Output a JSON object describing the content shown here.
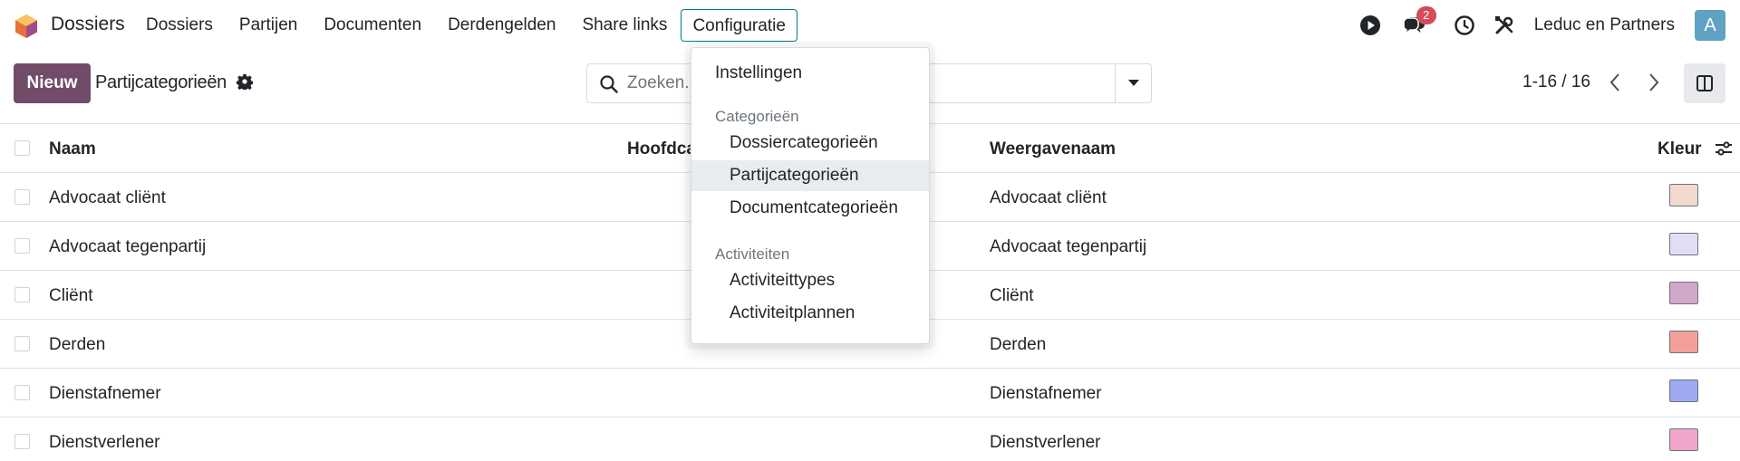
{
  "app": {
    "name": "Dossiers"
  },
  "nav": {
    "items": [
      "Dossiers",
      "Partijen",
      "Documenten",
      "Derdengelden",
      "Share links",
      "Configuratie"
    ],
    "active": "Configuratie"
  },
  "systray": {
    "chat_badge": "2",
    "company": "Leduc en Partners",
    "avatar_letter": "A"
  },
  "control": {
    "new_label": "Nieuw",
    "title": "Partijcategorieën",
    "search_placeholder": "Zoeken...",
    "pager": "1-16 / 16"
  },
  "dropdown": {
    "settings": "Instellingen",
    "section_categories": "Categorieën",
    "categories": [
      "Dossiercategorieën",
      "Partijcategorieën",
      "Documentcategorieën"
    ],
    "selected": "Partijcategorieën",
    "section_activities": "Activiteiten",
    "activities": [
      "Activiteittypes",
      "Activiteitplannen"
    ]
  },
  "table": {
    "columns": {
      "name": "Naam",
      "parent": "Hoofdcategorie",
      "display": "Weergavenaam",
      "color": "Kleur"
    },
    "rows": [
      {
        "name": "Advocaat cliënt",
        "display": "Advocaat cliënt",
        "color": "#f3d9cc"
      },
      {
        "name": "Advocaat tegenpartij",
        "display": "Advocaat tegenpartij",
        "color": "#e3dcf7"
      },
      {
        "name": "Cliënt",
        "display": "Cliënt",
        "color": "#d0a8c8"
      },
      {
        "name": "Derden",
        "display": "Derden",
        "color": "#f3a09a"
      },
      {
        "name": "Dienstafnemer",
        "display": "Dienstafnemer",
        "color": "#9ea9f2"
      },
      {
        "name": "Dienstverlener",
        "display": "Dienstverlener",
        "color": "#f0a6cc"
      }
    ]
  },
  "colors": {
    "primary": "#714b67",
    "accent": "#017e84",
    "badge": "#d44c59",
    "avatar": "#5fa2c4"
  },
  "icons": [
    "app-logo-icon",
    "settings-gear-icon",
    "search-icon",
    "caret-down-icon",
    "chevron-left-icon",
    "chevron-right-icon",
    "split-view-icon",
    "play-circle-icon",
    "chat-icon",
    "clock-icon",
    "tools-icon",
    "column-options-icon"
  ]
}
